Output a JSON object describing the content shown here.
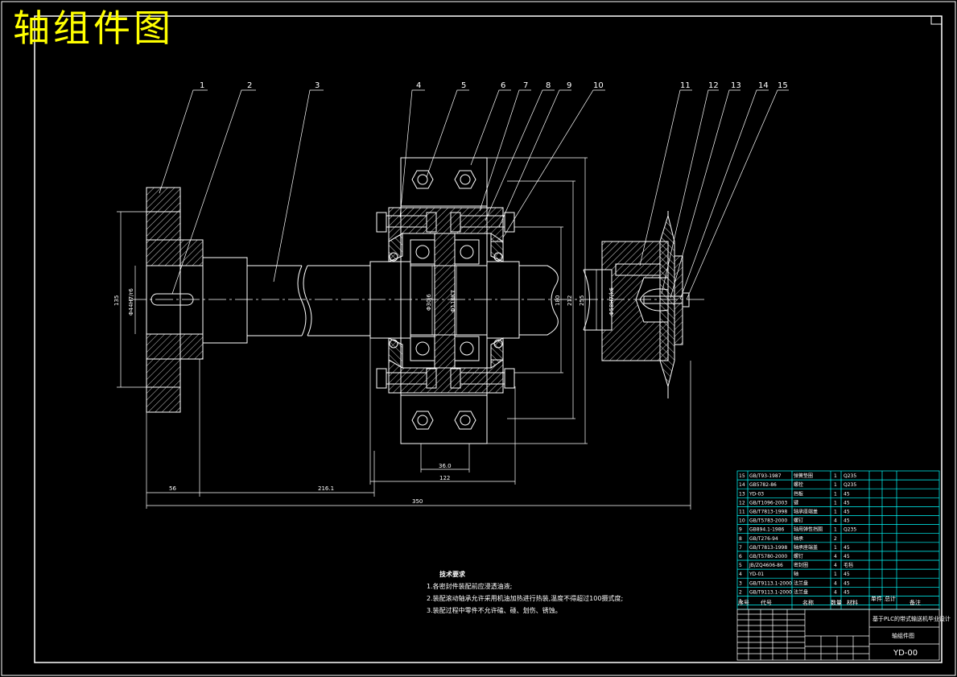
{
  "title": "轴组件图",
  "callouts": [
    "1",
    "2",
    "3",
    "4",
    "5",
    "6",
    "7",
    "8",
    "9",
    "10",
    "11",
    "12",
    "13",
    "14",
    "15"
  ],
  "dimensions": {
    "d135": "135",
    "flange_fit": "Φ44H7/r6",
    "d56": "56",
    "d216": "216.1",
    "d350": "350",
    "bearing_fit1": "Φ30j6",
    "bearing_fit2": "Φ110K7",
    "d180": "180",
    "d212": "212",
    "d255": "255",
    "d36": "36.0",
    "d122": "122",
    "right_fit": "Φ58H7/k6"
  },
  "tech_notes": {
    "heading": "技术要求",
    "items": [
      "1.各密封件装配前应浸透油液;",
      "2.装配滚动轴承允许采用机油加热进行热装,温度不得超过100摄式度;",
      "3.装配过程中零件不允许磕、碰、划伤、锈蚀。"
    ]
  },
  "parts_list": {
    "headers": [
      "序号",
      "代号",
      "名称",
      "数量",
      "材料",
      "单件",
      "总计",
      "备注"
    ],
    "rows": [
      [
        "15",
        "GB/T93-1987",
        "弹簧垫圈",
        "1",
        "Q235"
      ],
      [
        "14",
        "GB5782-86",
        "螺栓",
        "1",
        "Q235"
      ],
      [
        "13",
        "YD-03",
        "挡板",
        "1",
        "45"
      ],
      [
        "12",
        "GB/T1096-2003",
        "键",
        "1",
        "45"
      ],
      [
        "11",
        "GB/T7813-1998",
        "轴承座端盖",
        "1",
        "45"
      ],
      [
        "10",
        "GB/T5783-2000",
        "螺钉",
        "4",
        "45"
      ],
      [
        "9",
        "GB894.1-1986",
        "轴用弹性挡圈",
        "1",
        "Q235"
      ],
      [
        "8",
        "GB/T276-94",
        "轴承",
        "2",
        ""
      ],
      [
        "7",
        "GB/T7813-1998",
        "轴承座端盖",
        "1",
        "45"
      ],
      [
        "6",
        "GB/T5780-2000",
        "螺钉",
        "4",
        "45"
      ],
      [
        "5",
        "JB/ZQ4606-86",
        "密封圈",
        "4",
        "毛毡"
      ],
      [
        "4",
        "YD-01",
        "轴",
        "1",
        "45"
      ],
      [
        "3",
        "GB/T9113.1-2000",
        "法兰盘",
        "4",
        "45"
      ],
      [
        "2",
        "GB/T9113.1-2000",
        "法兰盘",
        "4",
        "45"
      ],
      [
        "1",
        "",
        "",
        "",
        ""
      ]
    ]
  },
  "title_block": {
    "project": "基于PLC的带式输送机毕业设计",
    "drawing_name": "轴组件图",
    "drawing_no": "YD-00"
  }
}
